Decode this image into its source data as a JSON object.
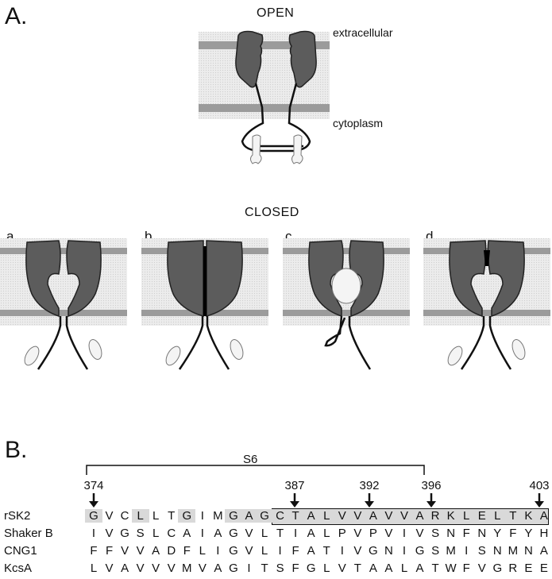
{
  "panel_a": {
    "letter": "A.",
    "open_title": "OPEN",
    "extracellular_label": "extracellular",
    "cytoplasm_label": "cytoplasm",
    "closed_title": "CLOSED",
    "closed_panels": [
      "a",
      "b",
      "c",
      "d"
    ]
  },
  "panel_b": {
    "letter": "B.",
    "segment_label": "S6",
    "positions": [
      "374",
      "387",
      "392",
      "396",
      "403"
    ],
    "sequences": [
      {
        "name": "rSK2",
        "residues": [
          "G",
          "V",
          "C",
          "L",
          "L",
          "T",
          "G",
          "I",
          "M",
          "G",
          "A",
          "G",
          "C",
          "T",
          "A",
          "L",
          "V",
          "V",
          "A",
          "V",
          "V",
          "A",
          "R",
          "K",
          "L",
          "E",
          "L",
          "T",
          "K",
          "A"
        ]
      },
      {
        "name": "Shaker B",
        "residues": [
          "I",
          "V",
          "G",
          "S",
          "L",
          "C",
          "A",
          "I",
          "A",
          "G",
          "V",
          "L",
          "T",
          "I",
          "A",
          "L",
          "P",
          "V",
          "P",
          "V",
          "I",
          "V",
          "S",
          "N",
          "F",
          "N",
          "Y",
          "F",
          "Y",
          "H"
        ]
      },
      {
        "name": "CNG1",
        "residues": [
          "F",
          "F",
          "V",
          "V",
          "A",
          "D",
          "F",
          "L",
          "I",
          "G",
          "V",
          "L",
          "I",
          "F",
          "A",
          "T",
          "I",
          "V",
          "G",
          "N",
          "I",
          "G",
          "S",
          "M",
          "I",
          "S",
          "N",
          "M",
          "N",
          "A"
        ]
      },
      {
        "name": "KcsA",
        "residues": [
          "L",
          "V",
          "A",
          "V",
          "V",
          "V",
          "M",
          "V",
          "A",
          "G",
          "I",
          "T",
          "S",
          "F",
          "G",
          "L",
          "V",
          "T",
          "A",
          "A",
          "L",
          "A",
          "T",
          "W",
          "F",
          "V",
          "G",
          "R",
          "E",
          "E"
        ]
      }
    ]
  }
}
